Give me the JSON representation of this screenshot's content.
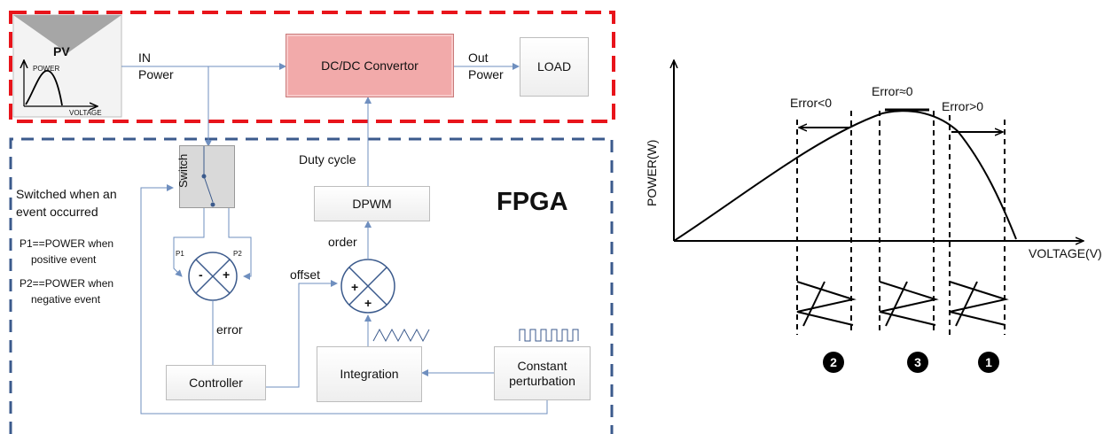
{
  "diagram": {
    "pv": {
      "title": "PV",
      "power_axis": "POWER",
      "voltage_axis": "VOLTAGE"
    },
    "in_power": {
      "line1": "IN",
      "line2": "Power"
    },
    "dcdc": "DC/DC Convertor",
    "out_power": {
      "line1": "Out",
      "line2": "Power"
    },
    "load": "LOAD",
    "duty_cycle": "Duty cycle",
    "switch": "Switch",
    "dpwm": "DPWM",
    "fpga": "FPGA",
    "switched_note": {
      "line1": "Switched when an",
      "line2": "event occurred"
    },
    "p1_note": {
      "line1": "P1==POWER when",
      "line2": "positive event"
    },
    "p2_note": {
      "line1": "P2==POWER when",
      "line2": "negative event"
    },
    "p1": "P1",
    "p2": "P2",
    "minus": "-",
    "plus": "+",
    "offset": "offset",
    "order": "order",
    "error": "error",
    "controller": "Controller",
    "integration": "Integration",
    "constant_perturbation": {
      "line1": "Constant",
      "line2": "perturbation"
    }
  },
  "graph": {
    "ylabel": "POWER(W)",
    "xlabel": "VOLTAGE(V)",
    "error_lt": "Error<0",
    "error_eq": "Error≈0",
    "error_gt": "Error>0",
    "markers": [
      "2",
      "3",
      "1"
    ]
  },
  "colors": {
    "red_dash": "#e8141b",
    "blue_dash": "#3b5a8c",
    "wire": "#6f8fbf",
    "dcdc_fill": "#f2aaaa",
    "switch_fill": "#d9d9d9"
  }
}
